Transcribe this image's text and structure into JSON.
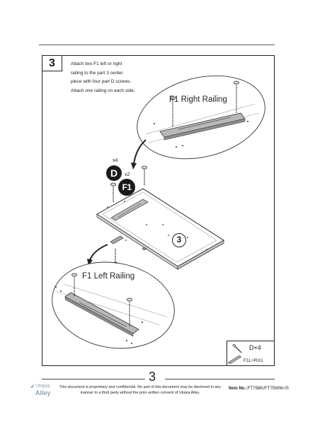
{
  "step": {
    "number": "3"
  },
  "instructions": [
    "Attach two F1 left or right",
    "railing to the part 3 center",
    "piece with four part D screws.",
    "Attach one railing on each side."
  ],
  "callouts": {
    "right_railing": "F1 Right Railing",
    "left_railing": "F1 Left Railing"
  },
  "hardware": {
    "d_qty": "x4",
    "d_badge": "D",
    "f1_qty": "x2",
    "f1_badge": "F1",
    "panel_part": "3"
  },
  "parts_box": {
    "screws": "D×4",
    "railings": "F1L+RX1"
  },
  "footer": {
    "page_number": "3",
    "logo_top": "Utopia",
    "logo_bottom": "Alley",
    "disclaimer": "This document is proprietary and confidential. No part of this document may be disclosed in any manner to a third party without the prior written consent of Utopia Alley.",
    "item_label": "Item No.:",
    "item_value": "FT75BK/FT75WW-IS"
  }
}
